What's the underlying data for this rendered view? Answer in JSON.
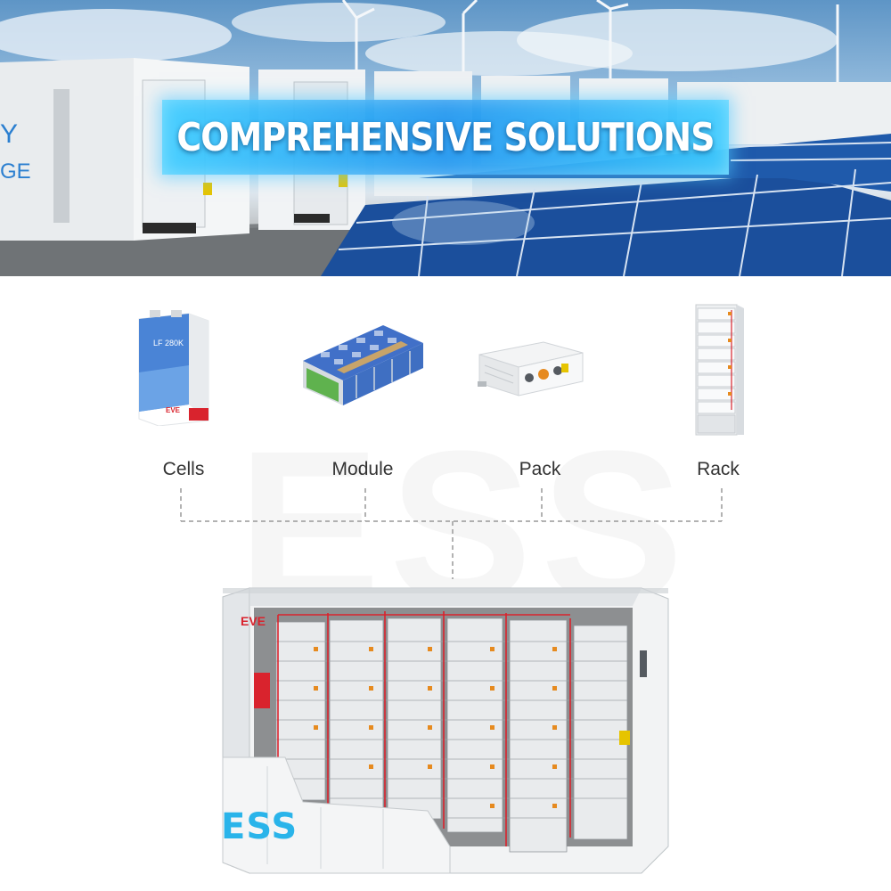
{
  "hero": {
    "banner_text": "COMPREHENSIVE SOLUTIONS",
    "partial_text_1": "Y",
    "partial_text_2": "GE"
  },
  "watermark": "ESS",
  "products": {
    "cells": {
      "label": "Cells",
      "brand": "EVE",
      "model": "LF 280K"
    },
    "module": {
      "label": "Module"
    },
    "pack": {
      "label": "Pack"
    },
    "rack": {
      "label": "Rack"
    }
  },
  "ess": {
    "label": "ESS",
    "brand": "EVE"
  },
  "colors": {
    "accent": "#2ab4ea",
    "banner": "#1f9af0",
    "connector": "#999999",
    "brand_red": "#d9232d"
  }
}
